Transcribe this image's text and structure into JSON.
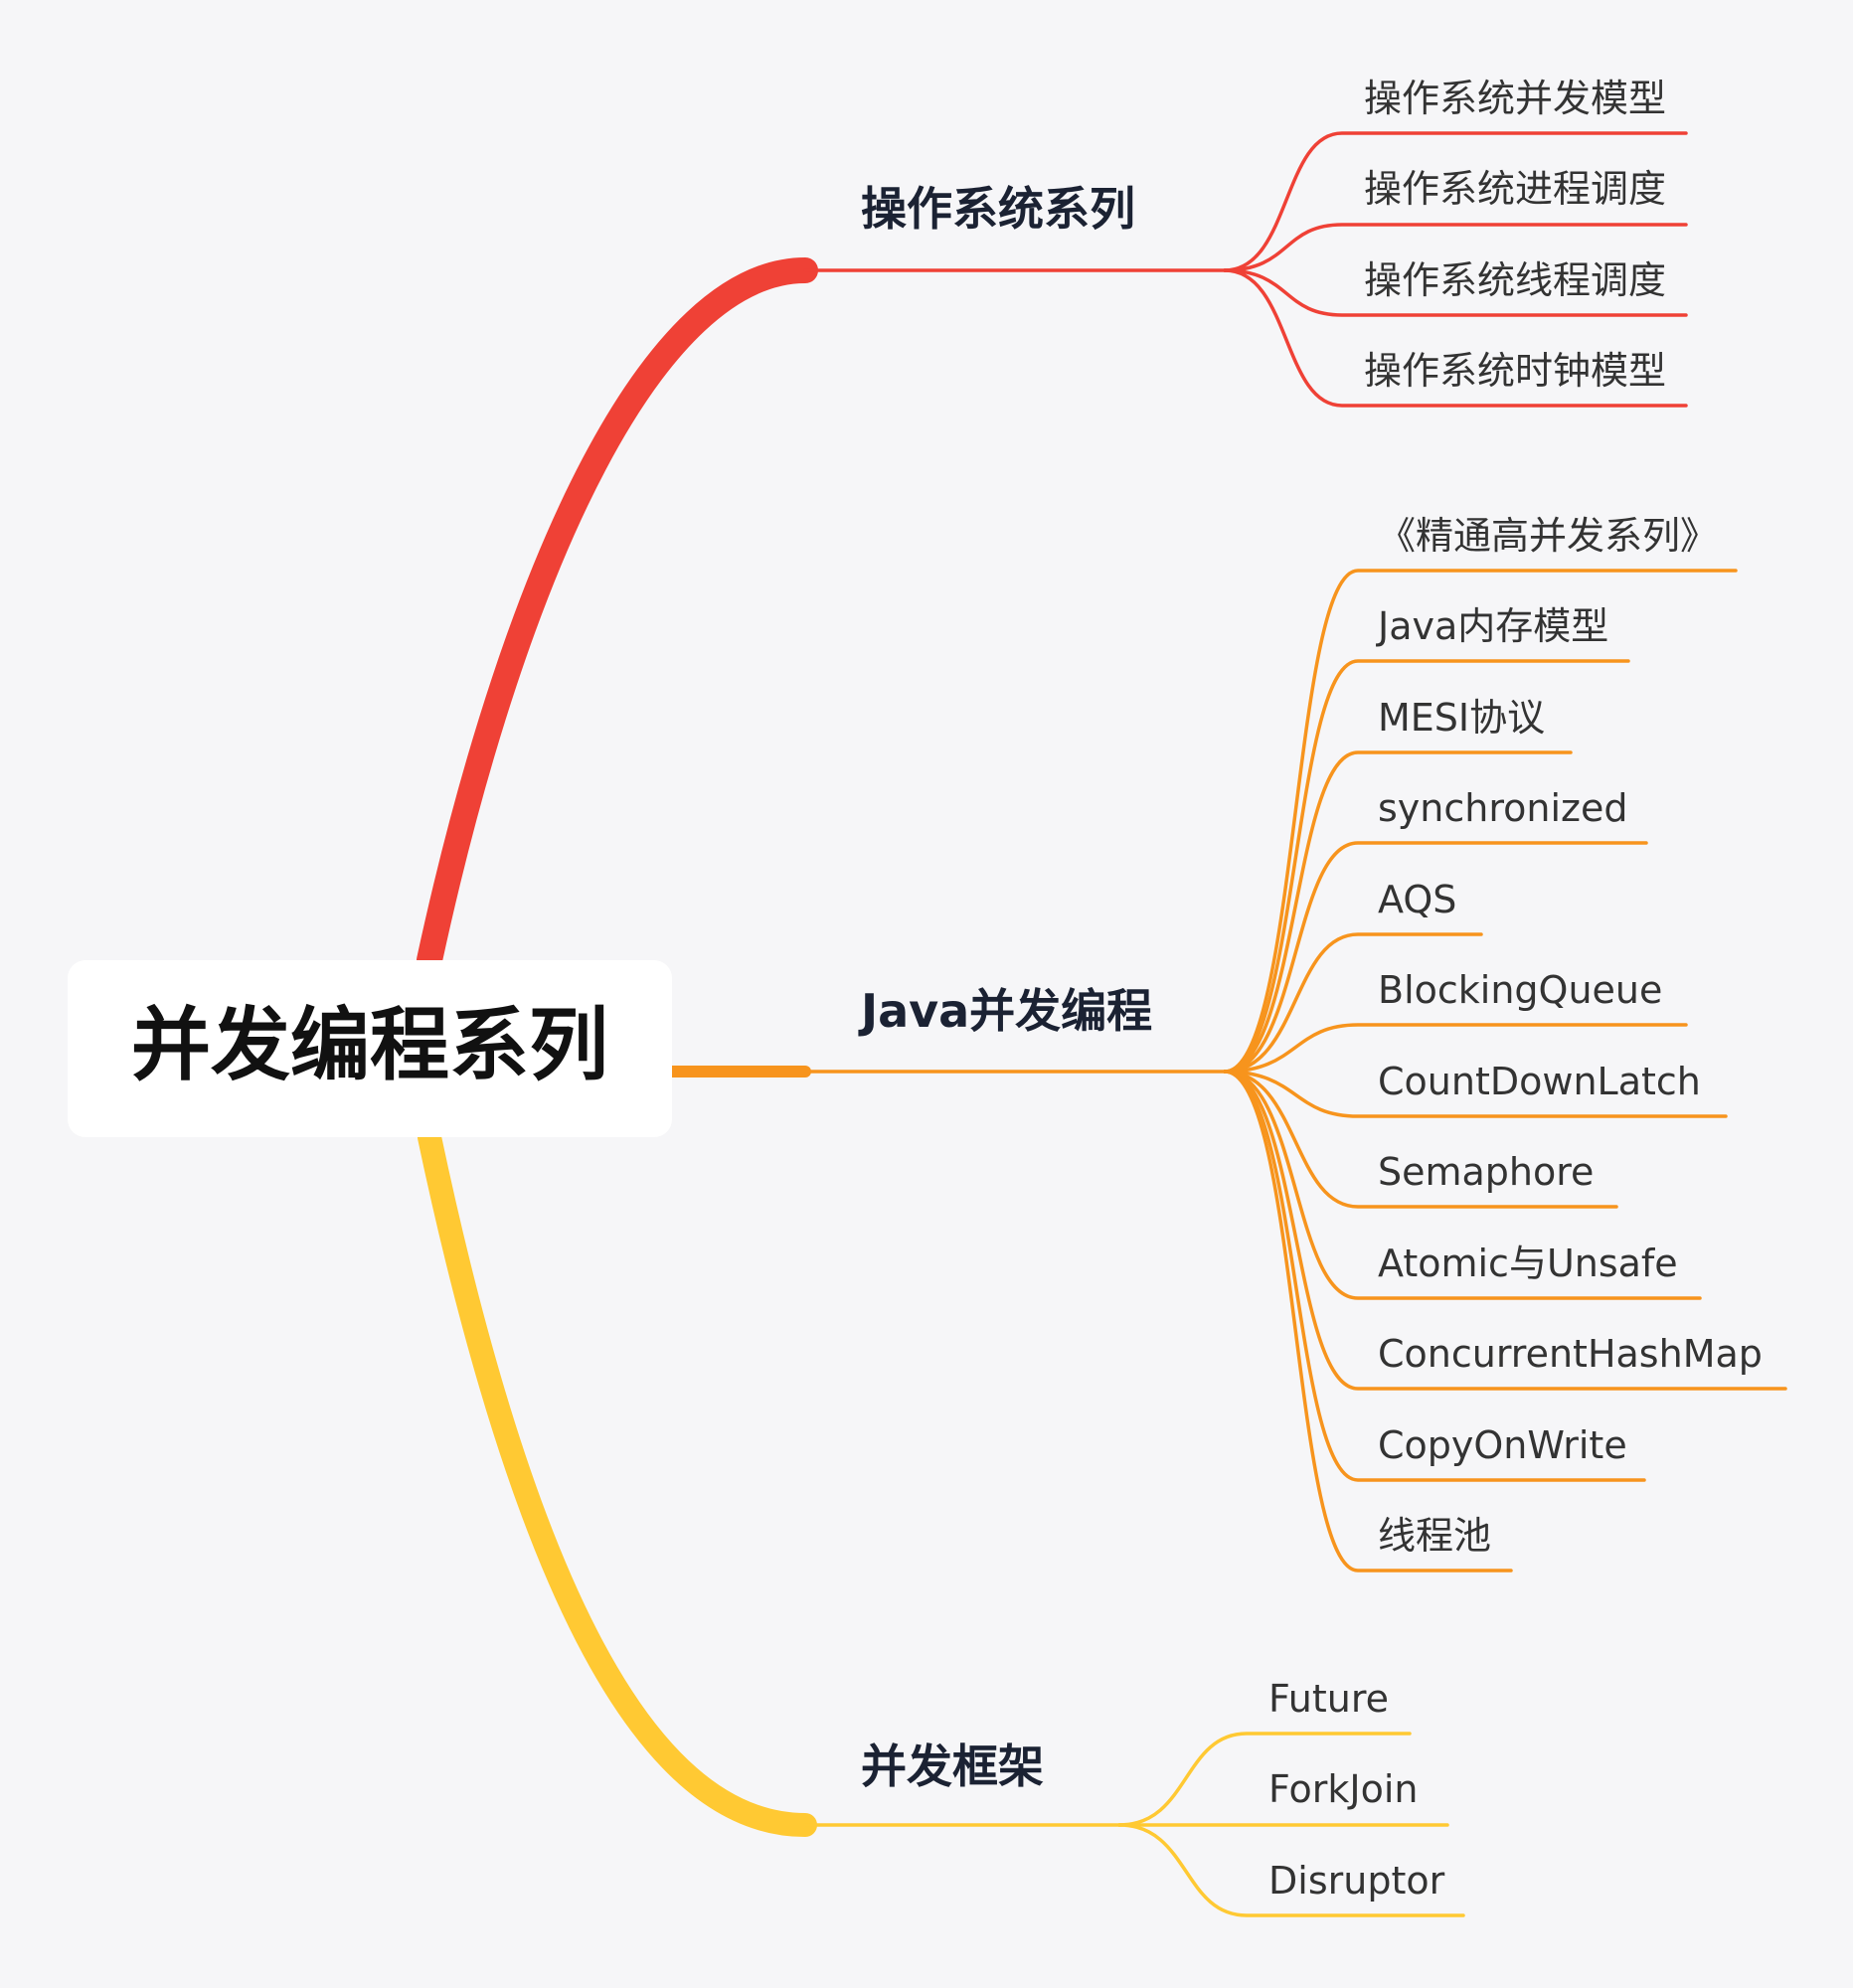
{
  "root": {
    "label": "并发编程系列"
  },
  "colors": {
    "os": "#ef4136",
    "java": "#f7941d",
    "framework": "#ffc933",
    "root_box": "#ffffff",
    "background": "#f6f6f8"
  },
  "branches": [
    {
      "key": "os",
      "label": "操作系统系列",
      "color": "#ef4136",
      "children": [
        "操作系统并发模型",
        "操作系统进程调度",
        "操作系统线程调度",
        "操作系统时钟模型"
      ]
    },
    {
      "key": "java",
      "label": "Java并发编程",
      "color": "#f7941d",
      "children": [
        "《精通高并发系列》",
        "Java内存模型",
        "MESI协议",
        "synchronized",
        "AQS",
        "BlockingQueue",
        "CountDownLatch",
        "Semaphore",
        "Atomic与Unsafe",
        "ConcurrentHashMap",
        "CopyOnWrite",
        "线程池"
      ]
    },
    {
      "key": "framework",
      "label": "并发框架",
      "color": "#ffc933",
      "children": [
        "Future",
        "ForkJoin",
        "Disruptor"
      ]
    }
  ]
}
